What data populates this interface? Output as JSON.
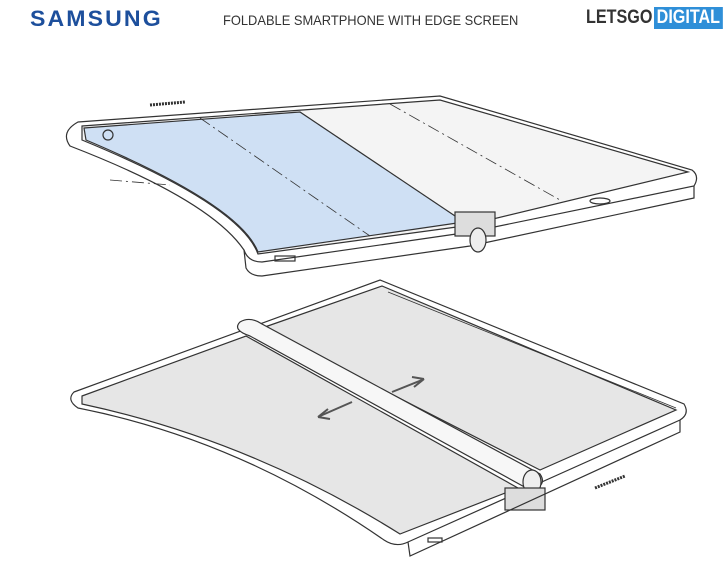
{
  "header": {
    "brand": "SAMSUNG",
    "title": "FOLDABLE SMARTPHONE WITH EDGE SCREEN",
    "logo_part1": "LETSGO",
    "logo_part2": "DIGITAL"
  },
  "colors": {
    "brand": "#1d4f9c",
    "logo_accent": "#2f8fd8",
    "screen_blue": "#cfe0f4",
    "screen_gray": "#e6e6e6"
  }
}
